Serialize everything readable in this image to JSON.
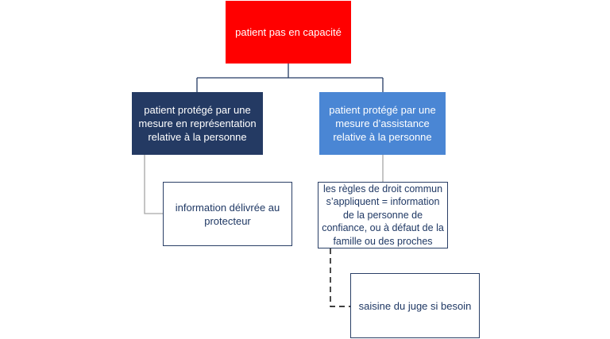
{
  "nodes": {
    "root": "patient pas en capacité",
    "representation": "patient protégé par une mesure en représentation relative à la personne",
    "assistance": "patient protégé par une mesure d’assistance relative à la personne",
    "information": "information  délivrée au protecteur",
    "common_rules": "les règles de droit commun s’appliquent = information de la personne de confiance, ou à défaut de la famille ou des proches",
    "judge": "saisine du juge si besoin"
  },
  "colors": {
    "root_fill": "#ff0000",
    "representation_fill": "#243a63",
    "assistance_fill": "#4a86d4",
    "box_border": "#2a3f66",
    "connector": "#243a63",
    "text_dark": "#1f3864"
  }
}
